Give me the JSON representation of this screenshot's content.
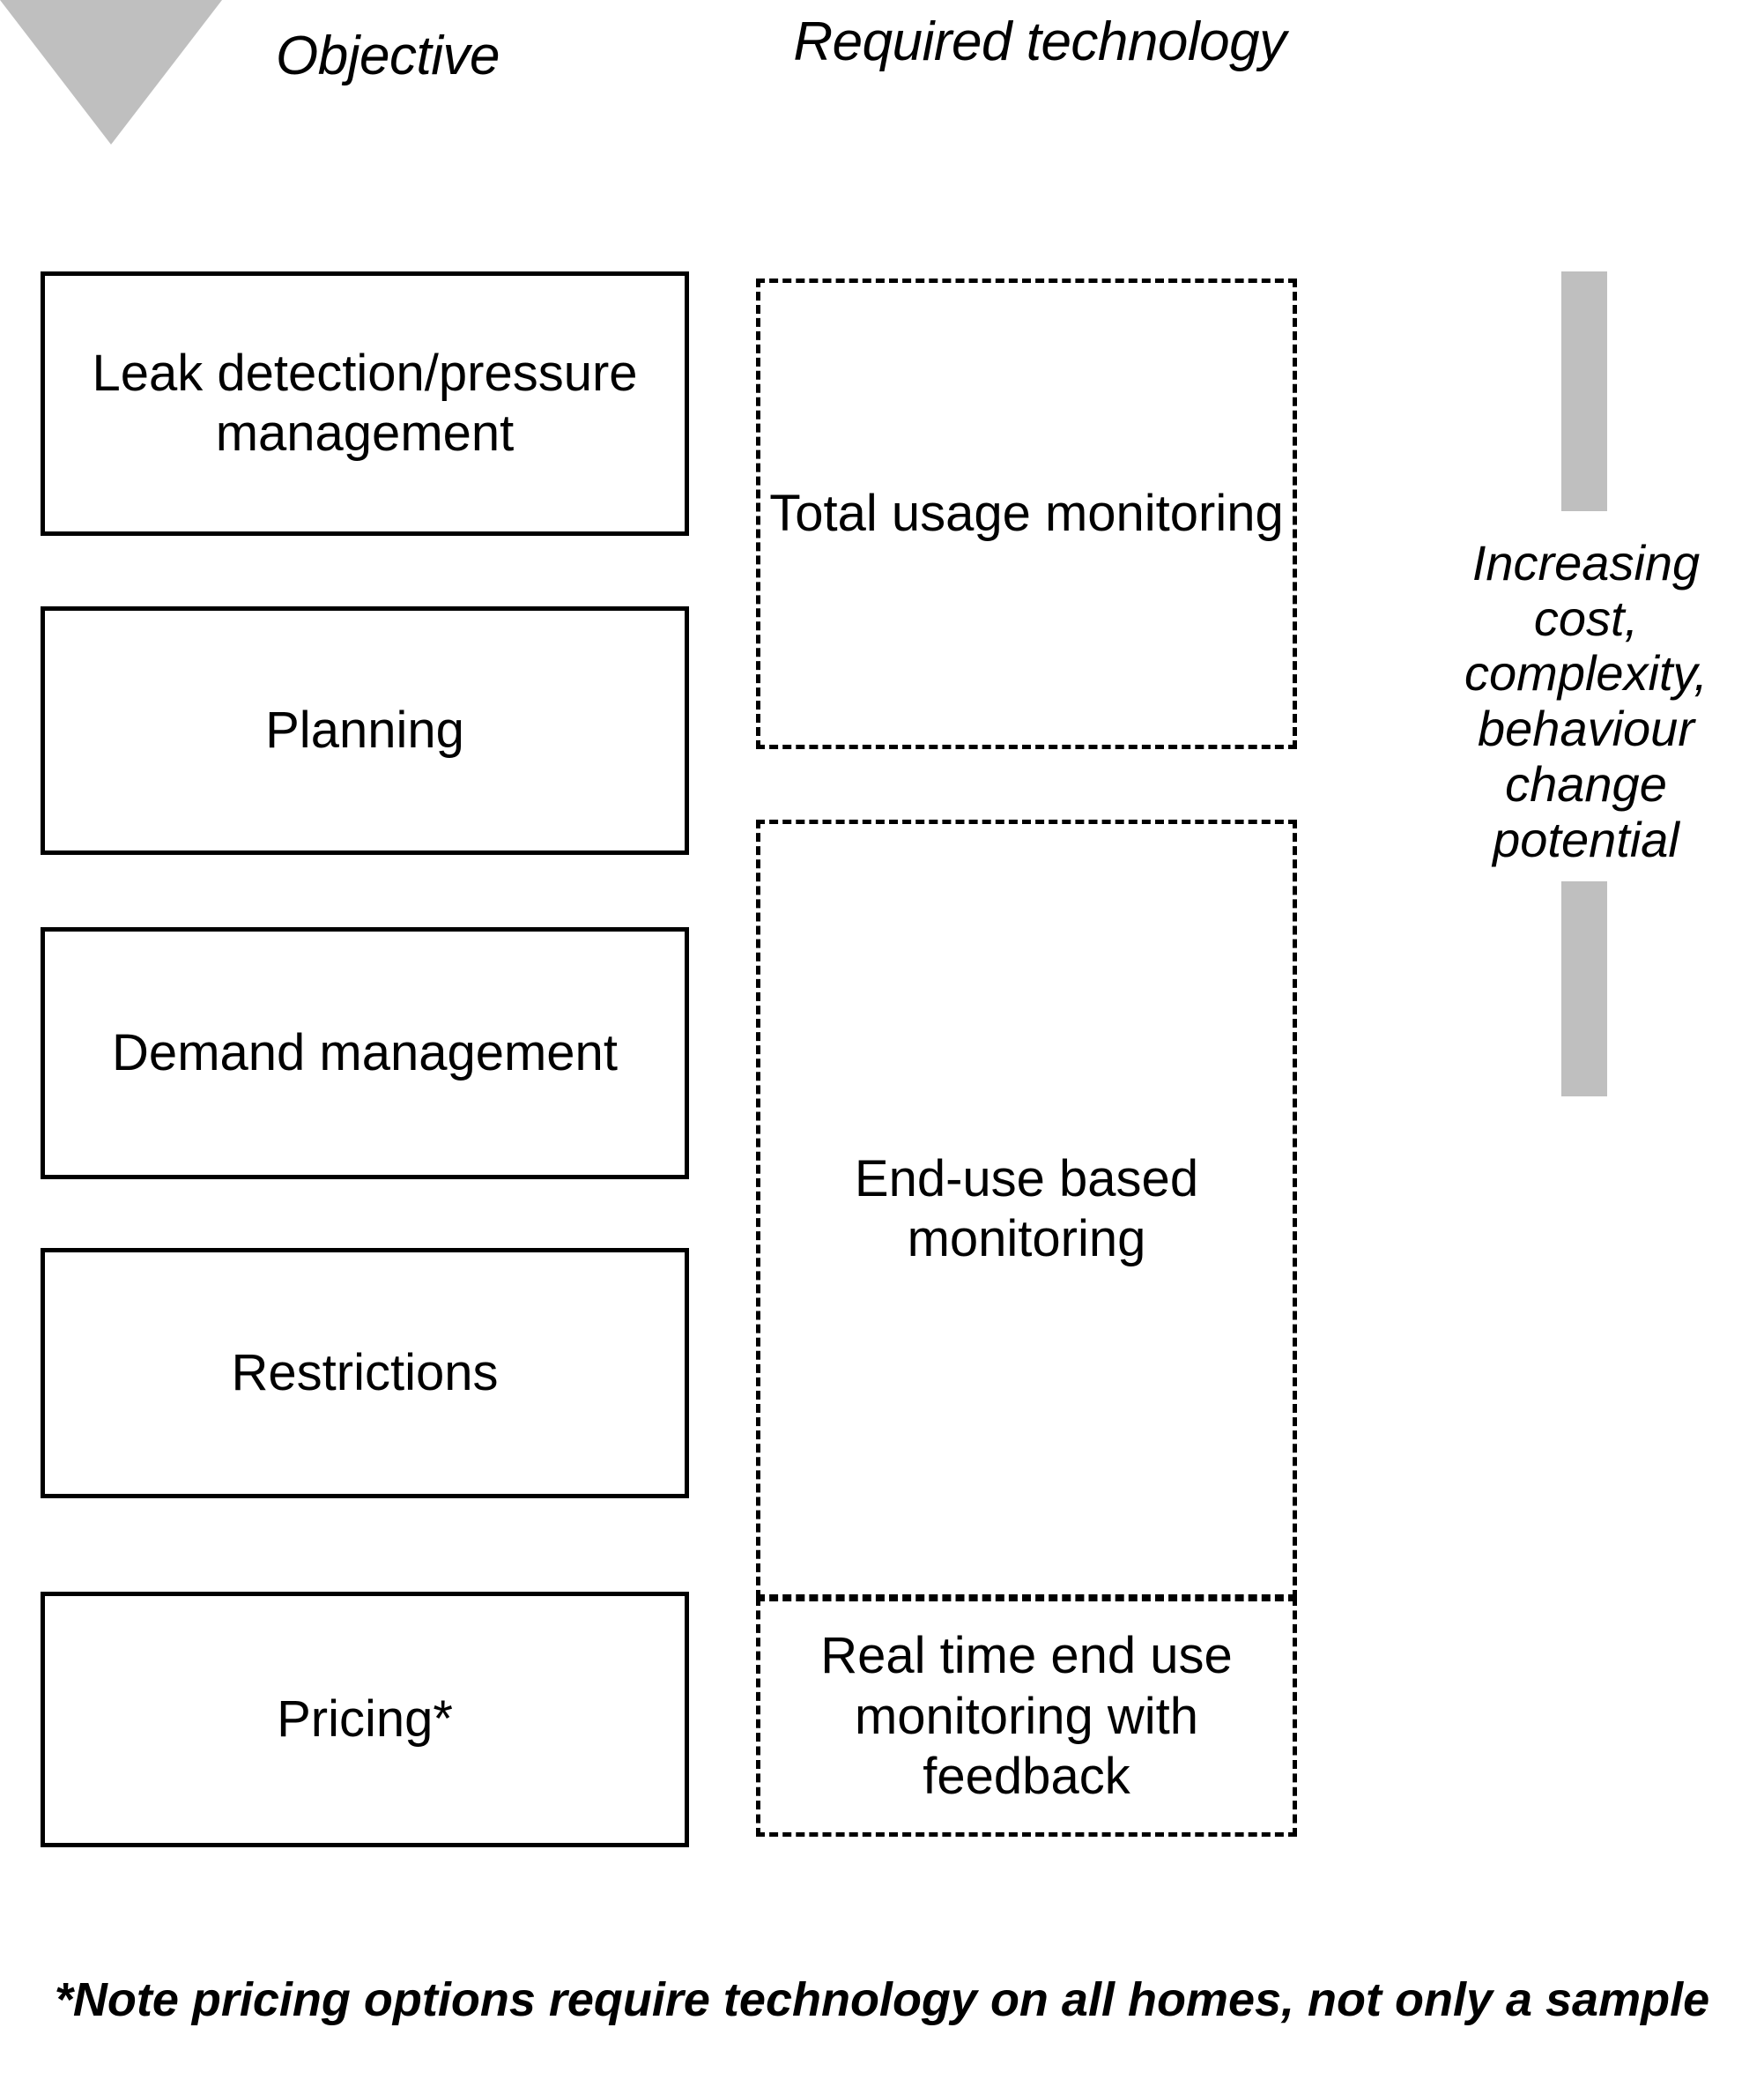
{
  "columns": {
    "objective_heading": "Objective",
    "technology_heading": "Required technology"
  },
  "objectives": [
    {
      "label": "Leak detection/pressure management"
    },
    {
      "label": "Planning"
    },
    {
      "label": "Demand management"
    },
    {
      "label": "Restrictions"
    },
    {
      "label": "Pricing*"
    }
  ],
  "technologies": [
    {
      "label": "Total usage monitoring"
    },
    {
      "label": "End-use based monitoring"
    },
    {
      "label": "Real time end use monitoring with feedback"
    }
  ],
  "arrow": {
    "caption": "Increasing cost, complexity, behaviour change potential",
    "color": "#bfbfbf",
    "direction": "down"
  },
  "footnote": "*Note pricing options require technology on all homes, not only a sample",
  "colors": {
    "box_border": "#000000",
    "background": "#ffffff",
    "text": "#000000",
    "arrow_gray": "#bfbfbf"
  }
}
